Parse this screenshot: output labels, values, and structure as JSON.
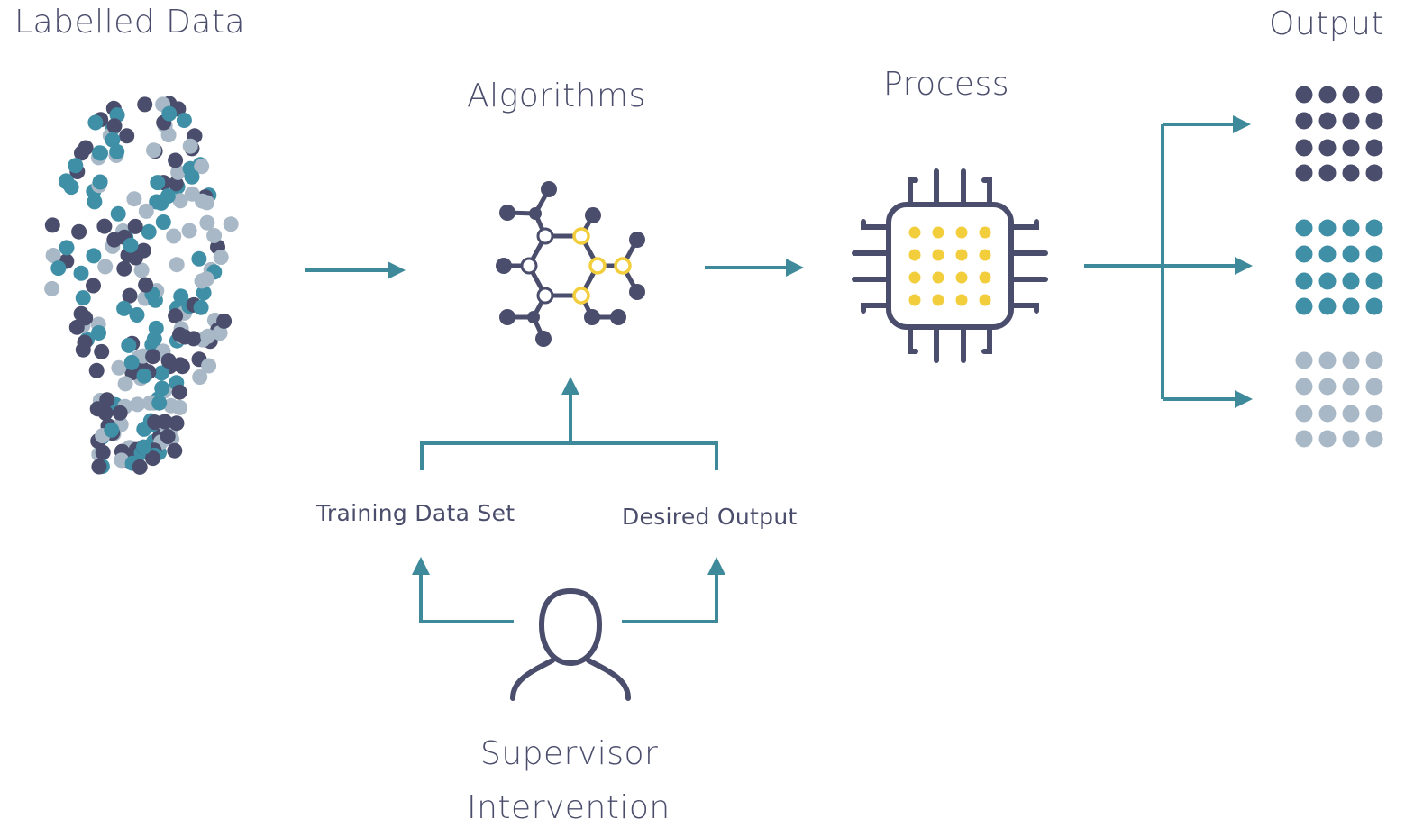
{
  "labels": {
    "labelled_data": "Labelled Data",
    "algorithms": "Algorithms",
    "process": "Process",
    "output": "Output",
    "training_data_set": "Training Data Set",
    "desired_output": "Desired Output",
    "supervisor_line1": "Supervisor",
    "supervisor_line2": "Intervention"
  },
  "colors": {
    "dark": "#4a4d6b",
    "teal": "#3f8fa6",
    "gray": "#a8b8c6",
    "yellow": "#f2cd3c",
    "arrow": "#3f8a9a"
  },
  "output_groups": [
    {
      "color": "dark",
      "rows": 4,
      "cols": 4
    },
    {
      "color": "teal",
      "rows": 4,
      "cols": 4
    },
    {
      "color": "gray",
      "rows": 4,
      "cols": 4
    }
  ],
  "chip": {
    "dot_rows": 4,
    "dot_cols": 4,
    "dot_color": "yellow"
  },
  "icons": [
    "scatter-icon",
    "molecule-network-icon",
    "cpu-chip-icon",
    "person-icon"
  ]
}
